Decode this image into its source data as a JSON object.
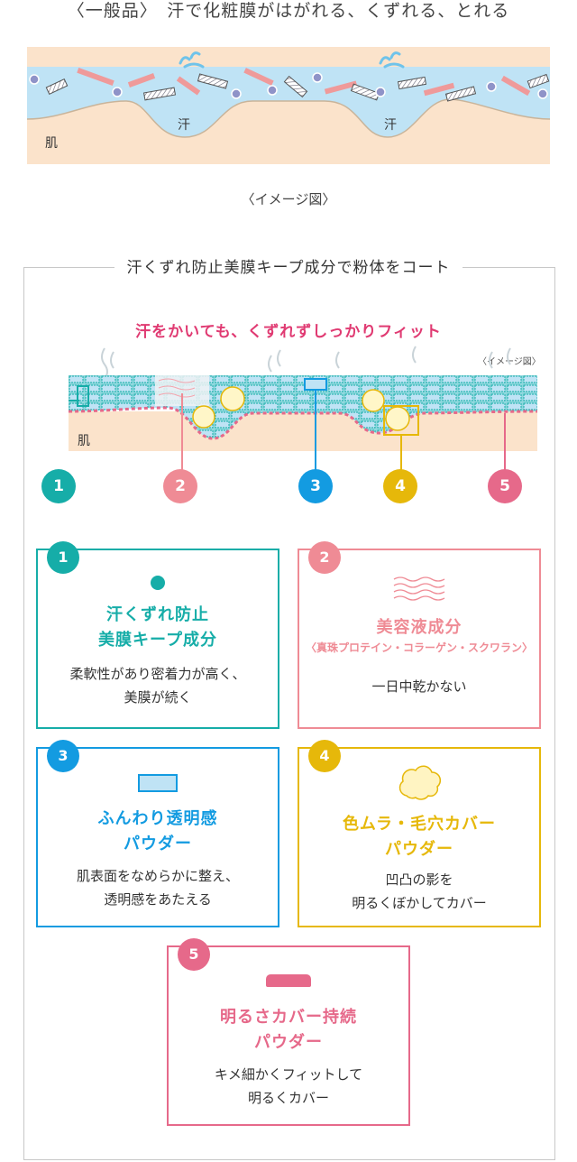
{
  "top": {
    "title": "〈一般品〉　汗で化粧膜がはがれる、くずれる、とれる",
    "skin_label": "肌",
    "sweat_label_1": "汗",
    "sweat_label_2": "汗",
    "image_note": "〈イメージ図〉"
  },
  "section": {
    "frame_title": "汗くずれ防止美膜キープ成分で粉体をコート",
    "fit_title": "汗をかいても、くずれずしっかりフィット",
    "image_note": "〈イメージ図〉",
    "skin_label": "肌"
  },
  "markers": [
    "1",
    "2",
    "3",
    "4",
    "5"
  ],
  "colors": {
    "c1": "#16ada8",
    "c2": "#ef8b95",
    "c3": "#139be1",
    "c4": "#e6b80a",
    "c5": "#e6698a",
    "sky": "#bfe3f5",
    "skin": "#fbe3cb"
  },
  "cards": [
    {
      "num": "1",
      "title1": "汗くずれ防止",
      "title2": "美膜キープ成分",
      "desc1": "柔軟性があり密着力が高く、",
      "desc2": "美膜が続く",
      "icon": "teal-dot-icon"
    },
    {
      "num": "2",
      "title1": "美容液成分",
      "sub": "〈真珠プロテイン・コラーゲン・スクワラン〉",
      "desc1": "一日中乾かない",
      "icon": "wave-lines-icon"
    },
    {
      "num": "3",
      "title1": "ふんわり透明感",
      "title2": "パウダー",
      "desc1": "肌表面をなめらかに整え、",
      "desc2": "透明感をあたえる",
      "icon": "blue-rectangle-icon"
    },
    {
      "num": "4",
      "title1": "色ムラ・毛穴カバー",
      "title2": "パウダー",
      "desc1": "凹凸の影を",
      "desc2": "明るくぼかしてカバー",
      "icon": "cloud-powder-icon"
    },
    {
      "num": "5",
      "title1": "明るさカバー持続",
      "title2": "パウダー",
      "desc1": "キメ細かくフィットして",
      "desc2": "明るくカバー",
      "icon": "pink-bar-icon"
    }
  ]
}
